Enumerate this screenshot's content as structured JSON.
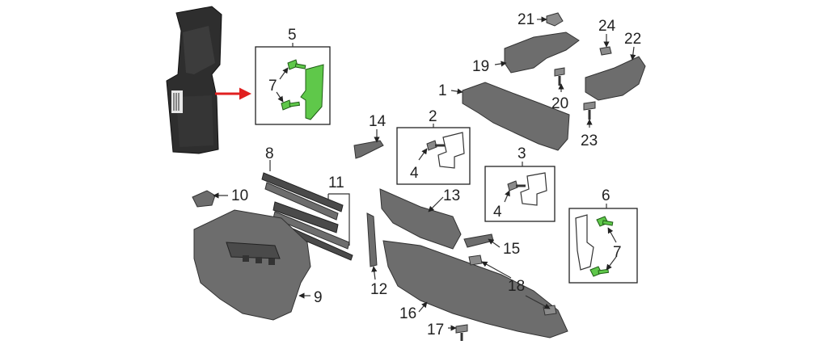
{
  "callouts": {
    "c1": "1",
    "c2": "2",
    "c3": "3",
    "c4a": "4",
    "c4b": "4",
    "c5": "5",
    "c6": "6",
    "c7a": "7",
    "c7b": "7",
    "c8": "8",
    "c9": "9",
    "c10": "10",
    "c11": "11",
    "c12": "12",
    "c13": "13",
    "c14": "14",
    "c15": "15",
    "c16": "16",
    "c17": "17",
    "c18": "18",
    "c19": "19",
    "c20": "20",
    "c21": "21",
    "c22": "22",
    "c23": "23",
    "c24": "24"
  },
  "colors": {
    "highlight": "#5fc84a",
    "arrow": "#e02020",
    "part": "#6d6d6d"
  }
}
